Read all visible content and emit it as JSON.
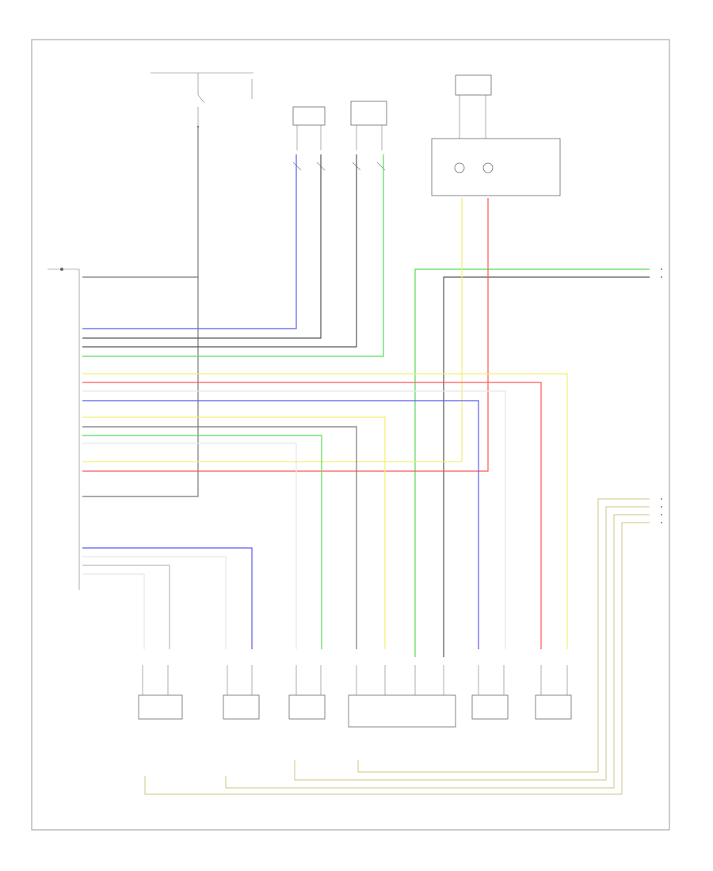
{
  "diagram": {
    "footer_code": "",
    "colors": {
      "blue": "#5a5af0",
      "black": "#555555",
      "green": "#55dd55",
      "yellow": "#f0f070",
      "red": "#ff5555",
      "gray": "#bbbbbb",
      "white": "#e6e6e6",
      "tan": "#d9cf9a"
    },
    "components": [
      {
        "id": "airbag-control-module",
        "label": ""
      },
      {
        "id": "passenger-airbag-indicator",
        "label": ""
      },
      {
        "id": "left-seat-belt-switch",
        "label": ""
      },
      {
        "id": "right-seat-belt-switch",
        "label": ""
      },
      {
        "id": "occupant-classification",
        "label": ""
      },
      {
        "id": "left-front-impact-sensor",
        "label": ""
      },
      {
        "id": "right-front-impact-sensor",
        "label": ""
      },
      {
        "id": "driver-seat-belt-buckle",
        "label": ""
      },
      {
        "id": "front-passenger-buckle-switch",
        "label": ""
      },
      {
        "id": "driver-airbag-clock-spring",
        "label": ""
      },
      {
        "id": "left-seat-belt-pretensioner",
        "label": ""
      }
    ]
  }
}
